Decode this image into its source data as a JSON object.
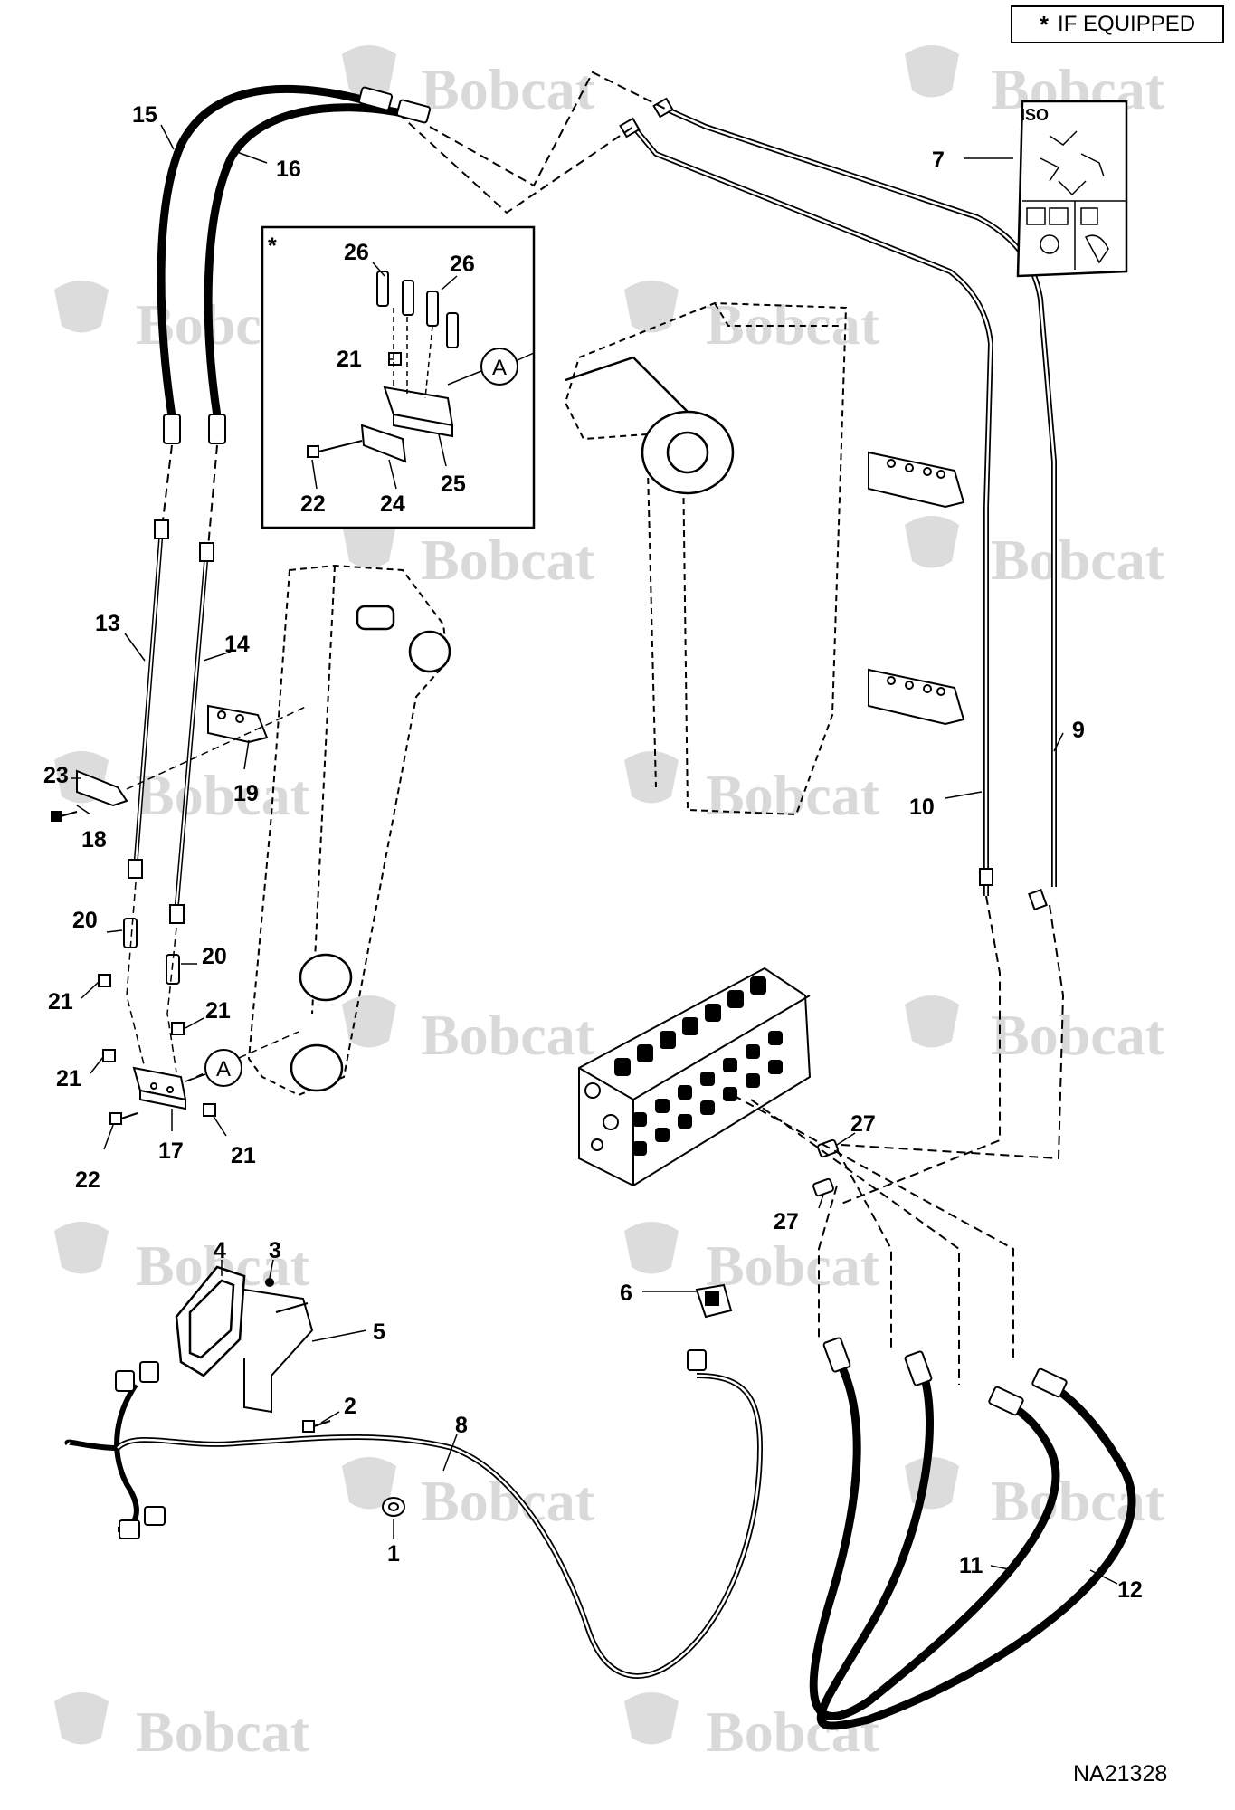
{
  "legend": {
    "symbol": "*",
    "text": "IF EQUIPPED"
  },
  "drawing_number": "NA21328",
  "watermark": "Bobcat",
  "decal": {
    "label": "ISO"
  },
  "inset": {
    "marker": "*",
    "detail_ref": "A"
  },
  "detail_ref_main": "A",
  "callouts": {
    "c1": "1",
    "c2": "2",
    "c3": "3",
    "c4": "4",
    "c5": "5",
    "c6": "6",
    "c7": "7",
    "c8": "8",
    "c9": "9",
    "c10": "10",
    "c11": "11",
    "c12": "12",
    "c13": "13",
    "c14": "14",
    "c15": "15",
    "c16": "16",
    "c17": "17",
    "c18": "18",
    "c19": "19",
    "c20": "20",
    "c21": "21",
    "c22": "22",
    "c23": "23",
    "c24": "24",
    "c25": "25",
    "c26": "26",
    "c27": "27"
  }
}
